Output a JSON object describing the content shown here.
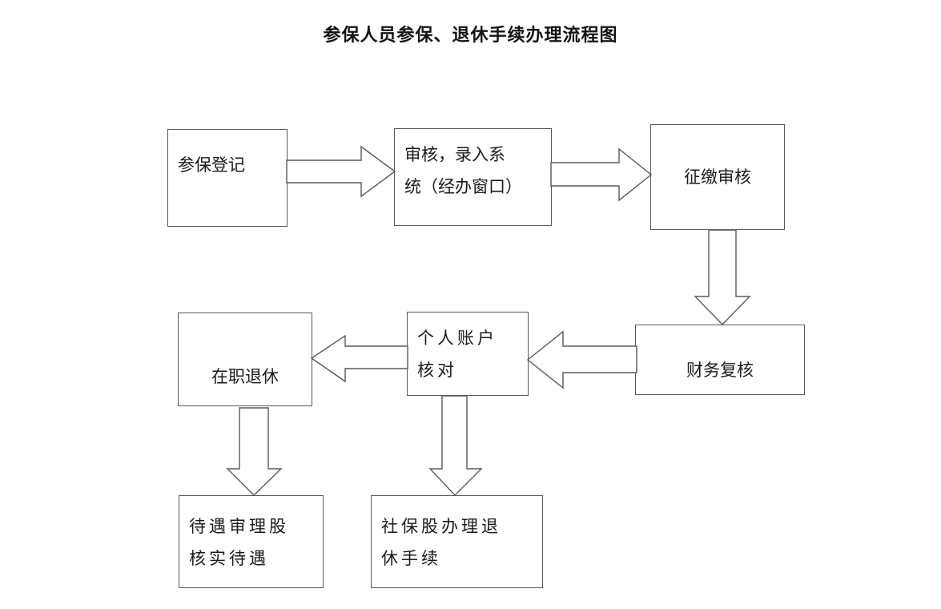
{
  "title": "参保人员参保、退休手续办理流程图",
  "diagram": {
    "type": "flowchart",
    "nodes": [
      {
        "id": "canbao-dengji",
        "label": "参保登记"
      },
      {
        "id": "shenhe-luru",
        "label": "审核，录入系\n统（经办窗口）"
      },
      {
        "id": "zhengjiao-shenhe",
        "label": "征缴审核"
      },
      {
        "id": "caiwu-fuhe",
        "label": "财务复核"
      },
      {
        "id": "geren-zhanghu",
        "label": "个人账户\n核对"
      },
      {
        "id": "zaizhi-tuixiu",
        "label": "在职退休"
      },
      {
        "id": "daiyu-shenli",
        "label": "待遇审理股\n核实待遇"
      },
      {
        "id": "shebao-tuixiu",
        "label": "社保股办理退\n休手续"
      }
    ],
    "edges": [
      {
        "from": "canbao-dengji",
        "to": "shenhe-luru",
        "direction": "right"
      },
      {
        "from": "shenhe-luru",
        "to": "zhengjiao-shenhe",
        "direction": "right"
      },
      {
        "from": "zhengjiao-shenhe",
        "to": "caiwu-fuhe",
        "direction": "down"
      },
      {
        "from": "caiwu-fuhe",
        "to": "geren-zhanghu",
        "direction": "left"
      },
      {
        "from": "geren-zhanghu",
        "to": "zaizhi-tuixiu",
        "direction": "left"
      },
      {
        "from": "zaizhi-tuixiu",
        "to": "daiyu-shenli",
        "direction": "down"
      },
      {
        "from": "geren-zhanghu",
        "to": "shebao-tuixiu",
        "direction": "down"
      }
    ],
    "colors": {
      "stroke": "#59595e",
      "fill": "#ffffff",
      "text": "#1b1b1b",
      "background": "#ffffff"
    }
  }
}
